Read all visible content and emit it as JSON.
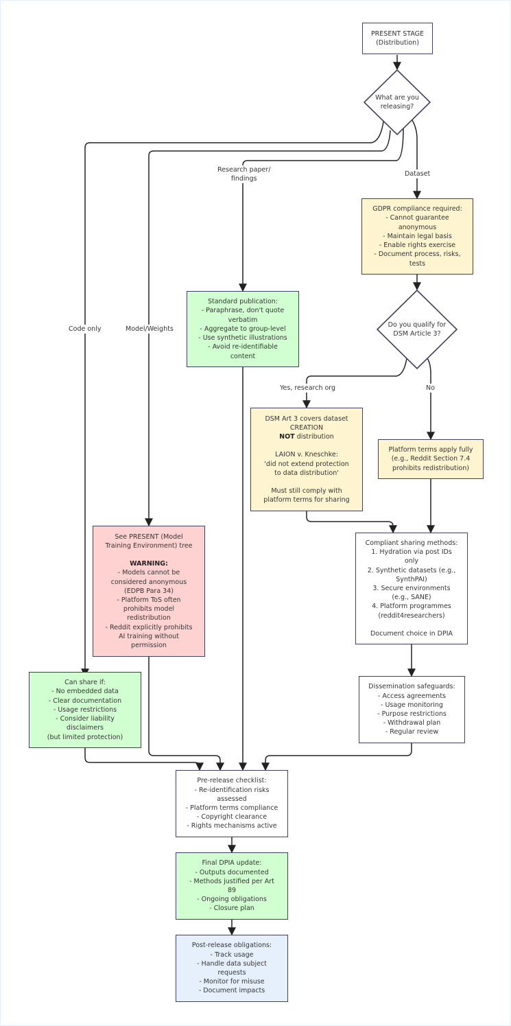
{
  "nodes": {
    "present_stage": [
      "PRESENT STAGE",
      "(Distribution)"
    ],
    "what_releasing": [
      "What are you",
      "releasing?"
    ],
    "gdpr": [
      "GDPR compliance required:",
      "- Cannot guarantee",
      "anonymous",
      "- Maintain legal basis",
      "- Enable rights exercise",
      "- Document process, risks,",
      "tests"
    ],
    "standard_pub": [
      "Standard publication:",
      "- Paraphrase, don't quote",
      "verbatim",
      "- Aggregate to group-level",
      "- Use synthetic illustrations",
      "- Avoid re-identifiable",
      "content"
    ],
    "dsm_question": [
      "Do you qualify for",
      "DSM Article 3?"
    ],
    "dsm_art3": {
      "l1": "DSM Art 3 covers dataset",
      "l2": "CREATION",
      "l3_bold": "NOT",
      "l3_rest": " distribution",
      "l4": "LAION v. Kneschke:",
      "l5": "'did not extend protection",
      "l6": "to data distribution'",
      "l7": "Must still comply with",
      "l8": "platform terms for sharing"
    },
    "platform_terms": [
      "Platform terms apply fully",
      "(e.g., Reddit Section 7.4",
      "prohibits redistribution)"
    ],
    "model_tree": {
      "l1": "See PRESENT (Model",
      "l2": "Training Environment) tree",
      "warning": "WARNING:",
      "rest": [
        "- Models cannot be",
        "considered anonymous",
        "(EDPB Para 34)",
        "- Platform ToS often",
        "prohibits model",
        "redistribution",
        "- Reddit explicitly prohibits",
        "AI training without",
        "permission"
      ]
    },
    "compliant_sharing": {
      "lines": [
        "Compliant sharing methods:",
        "1. Hydration via post IDs",
        "only",
        "2. Synthetic datasets (e.g.,",
        "SynthPAI)",
        "3. Secure environments",
        "(e.g., SANE)",
        "4. Platform programmes",
        "(reddit4researchers)"
      ],
      "footer": "Document choice in DPIA"
    },
    "dissemination": [
      "Dissemination safeguards:",
      "- Access agreements",
      "- Usage monitoring",
      "- Purpose restrictions",
      "- Withdrawal plan",
      "- Regular review"
    ],
    "can_share": [
      "Can share if:",
      "- No embedded data",
      "- Clear documentation",
      "- Usage restrictions",
      "- Consider liability",
      "disclaimers",
      "(but limited protection)"
    ],
    "pre_release": [
      "Pre-release checklist:",
      "- Re-identification risks",
      "assessed",
      "- Platform terms compliance",
      "- Copyright clearance",
      "- Rights mechanisms active"
    ],
    "final_dpia": [
      "Final DPIA update:",
      "- Outputs documented",
      "- Methods justified per Art",
      "89",
      "- Ongoing obligations",
      "- Closure plan"
    ],
    "post_release": [
      "Post-release obligations:",
      "- Track usage",
      "- Handle data subject",
      "requests",
      "- Monitor for misuse",
      "- Document impacts"
    ]
  },
  "edge_labels": {
    "code_only": [
      "Code only"
    ],
    "model_weights": [
      "Model/Weights"
    ],
    "research_paper": [
      "Research paper/",
      "findings"
    ],
    "dataset": [
      "Dataset"
    ],
    "yes_research": [
      "Yes, research org"
    ],
    "no": [
      "No"
    ]
  },
  "colors": {
    "white": "#ffffff",
    "yellow": "#fff4d0",
    "green": "#d2ffd2",
    "red": "#ffd2d2",
    "blue": "#e6f0fc",
    "stroke": "#3f3f5f",
    "edge": "#222222"
  }
}
